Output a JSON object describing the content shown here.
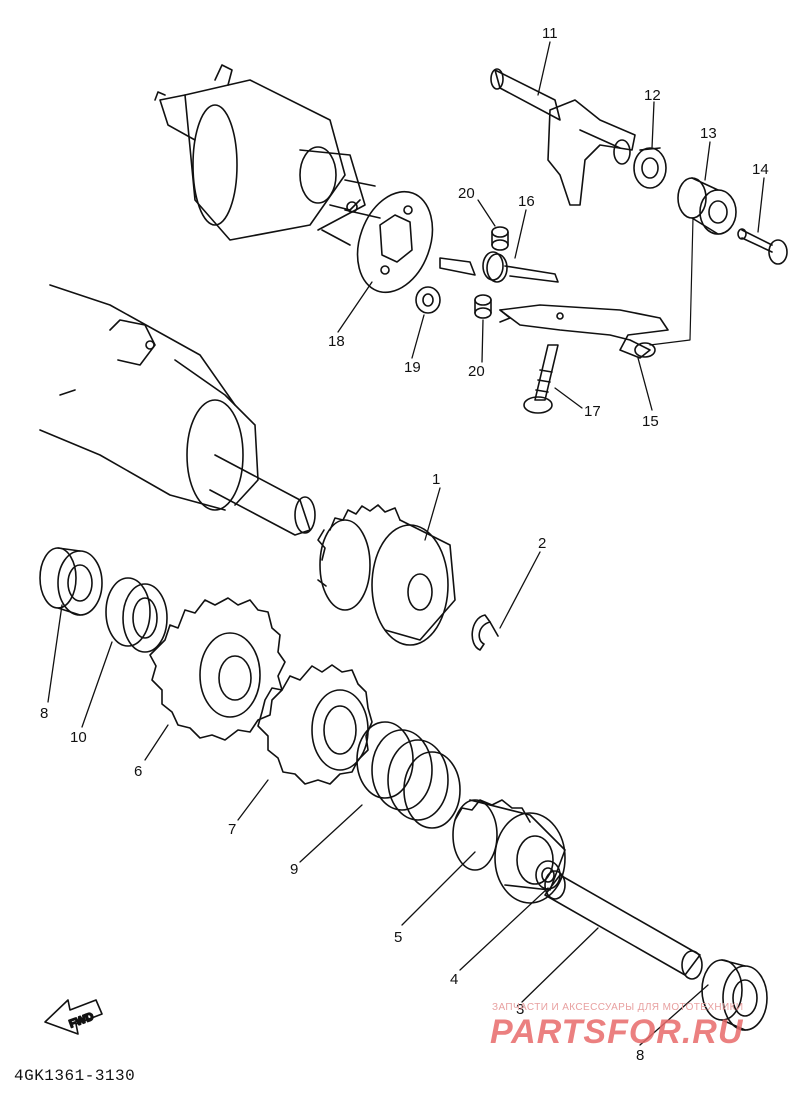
{
  "diagram": {
    "part_code": "4GK1361-3130",
    "fwd_label": "FWD",
    "labels": [
      "1",
      "2",
      "3",
      "4",
      "5",
      "6",
      "7",
      "8",
      "8",
      "9",
      "10",
      "11",
      "12",
      "13",
      "14",
      "15",
      "16",
      "17",
      "18",
      "19",
      "20",
      "20"
    ]
  },
  "watermark": {
    "top_text": "ЗАПЧАСТИ И АКСЕССУАРЫ ДЛЯ МОТОТЕХНИКИ",
    "main_text": "PARTSFOR.RU",
    "color": "#e86a6a"
  }
}
